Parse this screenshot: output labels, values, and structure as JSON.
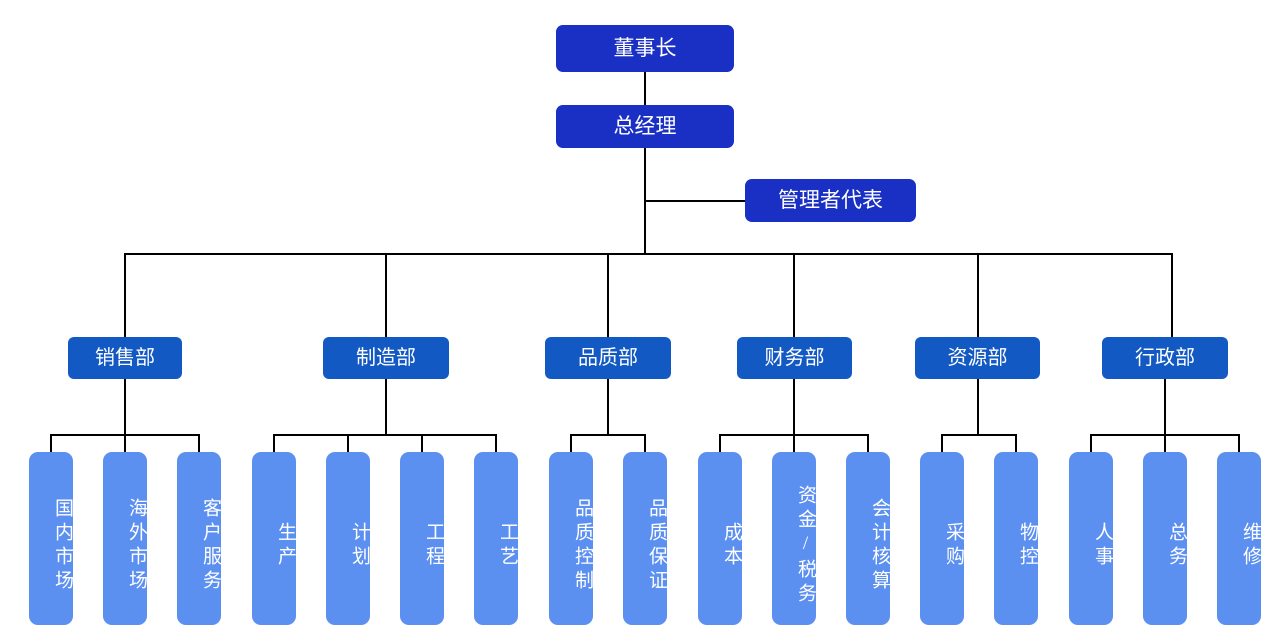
{
  "chart_data": {
    "type": "diagram",
    "diagram_type": "organizational-chart",
    "title": "",
    "orientation": "top-down",
    "levels": 3,
    "colors": {
      "level1_box": "#1a2fc4",
      "level2_box": "#1359c4",
      "leaf_box": "#5b8ff0",
      "connector_line": "#000000",
      "text": "#ffffff",
      "background": "#ffffff"
    },
    "nodes": [
      {
        "id": "chairman",
        "label": "董事长",
        "level": 1
      },
      {
        "id": "gm",
        "label": "总经理",
        "level": 1,
        "parent": "chairman"
      },
      {
        "id": "mgmt_rep",
        "label": "管理者代表",
        "level": 1,
        "parent": "gm",
        "attachment": "side"
      },
      {
        "id": "sales",
        "label": "销售部",
        "level": 2,
        "parent": "gm"
      },
      {
        "id": "mfg",
        "label": "制造部",
        "level": 2,
        "parent": "gm"
      },
      {
        "id": "quality",
        "label": "品质部",
        "level": 2,
        "parent": "gm"
      },
      {
        "id": "finance",
        "label": "财务部",
        "level": 2,
        "parent": "gm"
      },
      {
        "id": "resource",
        "label": "资源部",
        "level": 2,
        "parent": "gm"
      },
      {
        "id": "admin",
        "label": "行政部",
        "level": 2,
        "parent": "gm"
      },
      {
        "id": "domestic",
        "label": "国内市场",
        "level": 3,
        "parent": "sales"
      },
      {
        "id": "overseas",
        "label": "海外市场",
        "level": 3,
        "parent": "sales"
      },
      {
        "id": "cs",
        "label": "客户服务",
        "level": 3,
        "parent": "sales"
      },
      {
        "id": "production",
        "label": "生产",
        "level": 3,
        "parent": "mfg"
      },
      {
        "id": "planning",
        "label": "计划",
        "level": 3,
        "parent": "mfg"
      },
      {
        "id": "engineer",
        "label": "工程",
        "level": 3,
        "parent": "mfg"
      },
      {
        "id": "process",
        "label": "工艺",
        "level": 3,
        "parent": "mfg"
      },
      {
        "id": "qc",
        "label": "品质控制",
        "level": 3,
        "parent": "quality"
      },
      {
        "id": "qa",
        "label": "品质保证",
        "level": 3,
        "parent": "quality"
      },
      {
        "id": "cost",
        "label": "成本",
        "level": 3,
        "parent": "finance"
      },
      {
        "id": "fundtax",
        "label": "资金/税务",
        "level": 3,
        "parent": "finance"
      },
      {
        "id": "accounting",
        "label": "会计核算",
        "level": 3,
        "parent": "finance"
      },
      {
        "id": "purchase",
        "label": "采购",
        "level": 3,
        "parent": "resource"
      },
      {
        "id": "matctrl",
        "label": "物控",
        "level": 3,
        "parent": "resource"
      },
      {
        "id": "hr",
        "label": "人事",
        "level": 3,
        "parent": "admin"
      },
      {
        "id": "ga",
        "label": "总务",
        "level": 3,
        "parent": "admin"
      },
      {
        "id": "maint",
        "label": "维修",
        "level": 3,
        "parent": "admin"
      }
    ]
  },
  "top": {
    "chairman": "董事长",
    "general_manager": "总经理",
    "management_representative": "管理者代表"
  },
  "departments": [
    {
      "name": "销售部",
      "children": [
        "国内市场",
        "海外市场",
        "客户服务"
      ]
    },
    {
      "name": "制造部",
      "children": [
        "生产",
        "计划",
        "工程",
        "工艺"
      ]
    },
    {
      "name": "品质部",
      "children": [
        "品质控制",
        "品质保证"
      ]
    },
    {
      "name": "财务部",
      "children": [
        "成本",
        "资金/税务",
        "会计核算"
      ]
    },
    {
      "name": "资源部",
      "children": [
        "采购",
        "物控"
      ]
    },
    {
      "name": "行政部",
      "children": [
        "人事",
        "总务",
        "维修"
      ]
    }
  ],
  "leaves": {
    "domestic_market": "国内市场",
    "overseas_market": "海外市场",
    "customer_service": "客户服务",
    "production": "生产",
    "planning": "计划",
    "engineering": "工程",
    "process": "工艺",
    "quality_control": "品质控制",
    "quality_assurance": "品质保证",
    "cost": "成本",
    "fund_tax": "资金/税务",
    "accounting": "会计核算",
    "purchasing": "采购",
    "material_control": "物控",
    "human_resources": "人事",
    "general_affairs": "总务",
    "maintenance": "维修"
  }
}
